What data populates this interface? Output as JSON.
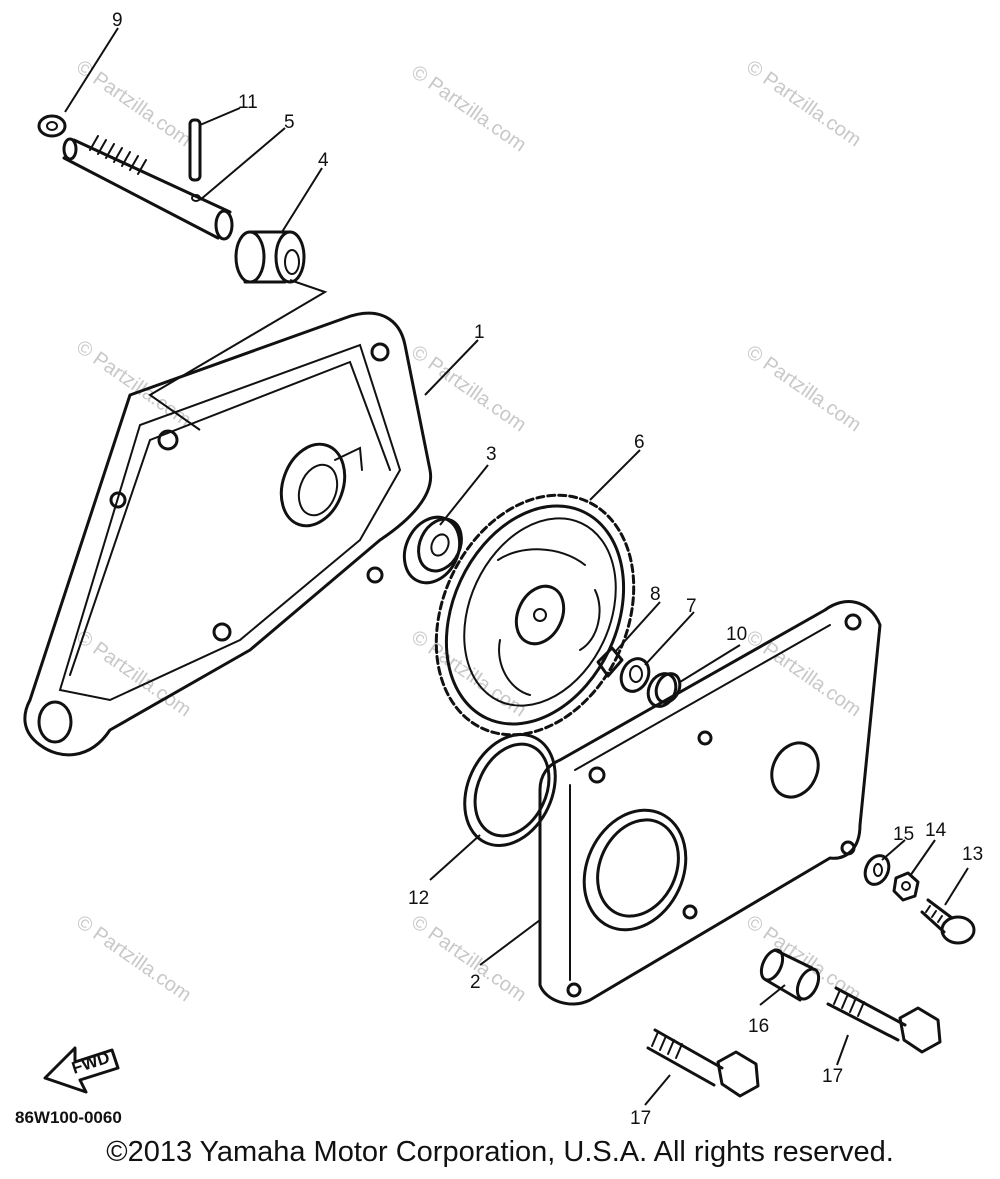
{
  "diagram": {
    "callouts": [
      "1",
      "2",
      "3",
      "4",
      "5",
      "6",
      "7",
      "8",
      "9",
      "10",
      "11",
      "12",
      "13",
      "14",
      "15",
      "16",
      "17",
      "17"
    ],
    "fwd_label": "FWD",
    "drawing_code": "86W100-0060",
    "watermark": "© Partzilla.com",
    "copyright": "©2013 Yamaha Motor Corporation, U.S.A. All rights reserved."
  }
}
